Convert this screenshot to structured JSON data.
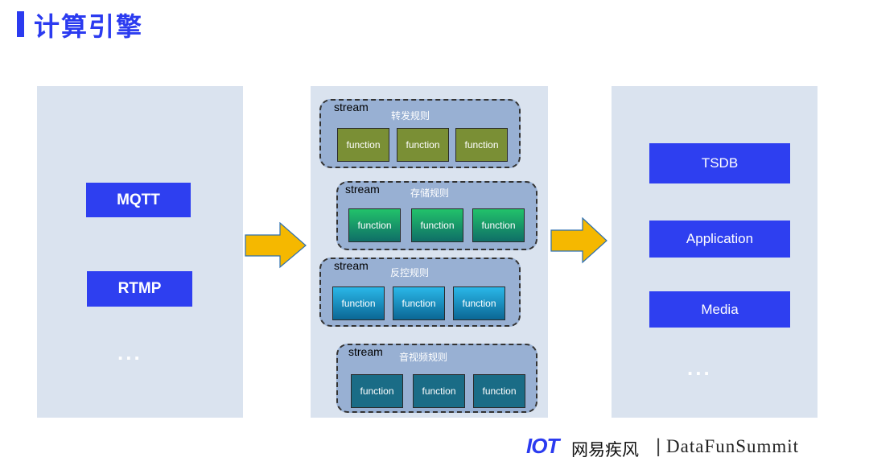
{
  "header": {
    "title": "计算引擎"
  },
  "sources": {
    "items": [
      "MQTT",
      "RTMP"
    ],
    "more": "..."
  },
  "streams": [
    {
      "label": "stream",
      "name": "转发规则",
      "functions": [
        "function",
        "function",
        "function"
      ]
    },
    {
      "label": "stream",
      "name": "存储规则",
      "functions": [
        "function",
        "function",
        "function"
      ]
    },
    {
      "label": "stream",
      "name": "反控规则",
      "functions": [
        "function",
        "function",
        "function"
      ]
    },
    {
      "label": "stream",
      "name": "音视频规则",
      "functions": [
        "function",
        "function",
        "function"
      ]
    }
  ],
  "sinks": {
    "items": [
      "TSDB",
      "Application",
      "Media"
    ],
    "more": "..."
  },
  "footer": {
    "logo": "IOT",
    "brand": "网易疾风",
    "separator": "|",
    "partner": "DataFunSummit"
  },
  "colors": {
    "accent": "#2e3ff0",
    "panel": "#dae3ef",
    "arrow": "#f5b800",
    "stream_bg": "#98b0d3",
    "fn_olive": "#7a8f35",
    "fn_green": "#16a060",
    "fn_cyan": "#1a96cf",
    "fn_teal": "#1a6c86"
  }
}
